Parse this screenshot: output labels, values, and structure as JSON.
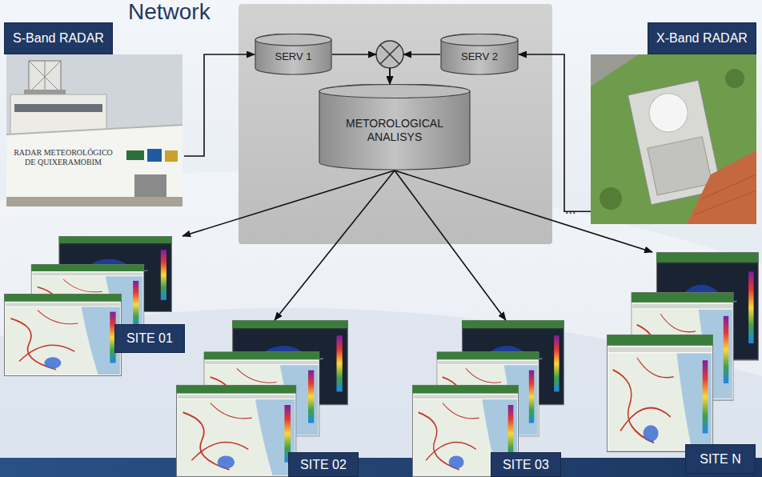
{
  "diagram": {
    "title": "Network",
    "nodes": [
      {
        "text": [
          "S-Band RADAR"
        ]
      },
      {
        "text": [
          "SERV 1"
        ]
      },
      {
        "text": [
          "SERV 2"
        ]
      },
      {
        "text": [
          "X-Band RADAR"
        ]
      },
      {
        "text": [
          "METOROLOGICAL ANALISYS"
        ]
      },
      {
        "text": [
          "SITE 01"
        ]
      },
      {
        "text": [
          "SITE 02"
        ]
      },
      {
        "text": [
          "SITE 03"
        ]
      },
      {
        "text": [
          "SITE N"
        ]
      }
    ],
    "edges": [
      {
        "from": 0,
        "to": 1,
        "arrow": "to"
      },
      {
        "from": 3,
        "to": 2,
        "arrow": "to"
      },
      {
        "from": 1,
        "to": 4,
        "arrow": "to"
      },
      {
        "from": 2,
        "to": 4,
        "arrow": "to"
      },
      {
        "from": 4,
        "to": 5,
        "arrow": "to"
      },
      {
        "from": 4,
        "to": 6,
        "arrow": "to"
      },
      {
        "from": 4,
        "to": 7,
        "arrow": "to"
      },
      {
        "from": 4,
        "to": 8,
        "arrow": "to"
      }
    ],
    "labels": [
      "RADAR METEOROLÓGICO DE QUIXERAMOBIM",
      "..."
    ]
  }
}
